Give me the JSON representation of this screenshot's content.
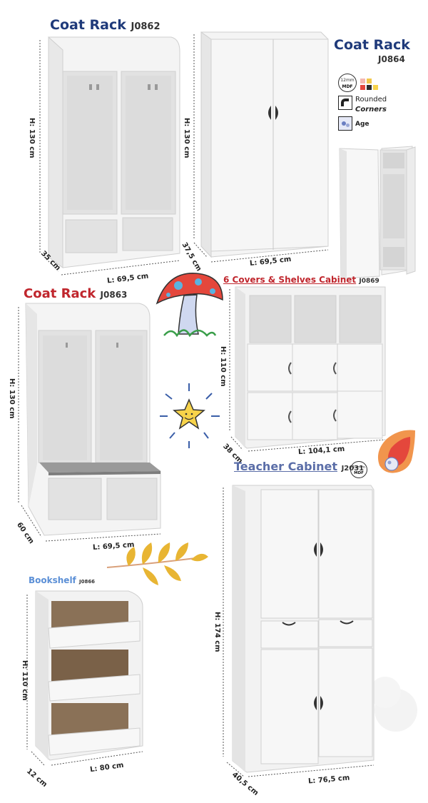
{
  "products": {
    "coat_rack_j0862": {
      "name": "Coat Rack",
      "code": "J0862",
      "height": "H: 130 cm",
      "length": "L: 69,5 cm",
      "depth": "35 cm"
    },
    "coat_rack_j0864": {
      "name": "Coat Rack",
      "code": "J0864",
      "height": "H: 130 cm",
      "length": "L: 69,5 cm",
      "depth": "37,5 cm"
    },
    "coat_rack_j0863": {
      "name": "Coat Rack",
      "code": "J0863",
      "height": "H: 130 cm",
      "length": "L: 69,5 cm",
      "depth": "60 cm"
    },
    "cabinet_j0869": {
      "name": "6 Covers & Shelves Cabinet",
      "code": "J0869",
      "height": "H: 110 cm",
      "length": "L: 104,1 cm",
      "depth": "38 cm"
    },
    "teacher_cabinet_j2031": {
      "name": "Teacher Cabinet",
      "code": "J2031",
      "height": "H: 174 cm",
      "length": "L: 76,5 cm",
      "depth": "40,5 cm"
    },
    "bookshelf_j0866": {
      "name": "Bookshelf",
      "code": "J0866",
      "height": "H: 110  cm",
      "length": "L: 80 cm",
      "depth": "12 cm"
    }
  },
  "badges": {
    "mdf": "12mm\nMDF",
    "mdf_line1": "12mm",
    "mdf_line2": "MDF",
    "rounded": "Rounded",
    "corners": "Corners",
    "age": "Age"
  },
  "colors": {
    "blue": "#1f3a7a",
    "red": "#c0262d",
    "slate": "#5b6ea8",
    "panel": "#f4f4f4",
    "panel_edge": "#d9d9d9",
    "inner": "#e6e6e6",
    "back": "#8a7157"
  },
  "swatches": [
    "#f4b8b0",
    "#f2c74a",
    "#e4473c",
    "#2d2d2d",
    "#f7d34a"
  ],
  "icons": [
    "rounded-corners-icon",
    "age-icon",
    "mushroom-illustration",
    "star-illustration",
    "leaf-branch-illustration",
    "fireball-illustration"
  ]
}
